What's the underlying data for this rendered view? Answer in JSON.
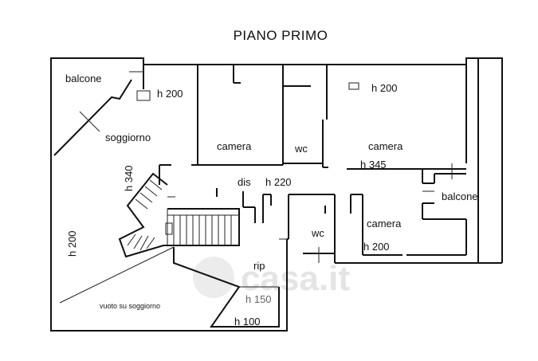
{
  "title": "PIANO PRIMO",
  "watermark": "casa.it",
  "labels": {
    "balcone_nw": "balcone",
    "soggiorno": "soggiorno",
    "h200_a": "h 200",
    "camera_1": "camera",
    "wc_1": "wc",
    "h200_b": "h 200",
    "camera_2": "camera",
    "h345": "h 345",
    "h340": "h 340",
    "dis": "dis",
    "h220": "h 220",
    "balcone_e": "balcone",
    "wc_2": "wc",
    "camera_3": "camera",
    "h200_c": "h 200",
    "h200_d": "h 200",
    "rip": "rip",
    "h150": "h 150",
    "vuoto": "vuoto su soggiorno",
    "h100": "h 100"
  },
  "colors": {
    "wall": "#111111",
    "watermark": "#e4e4e4"
  }
}
